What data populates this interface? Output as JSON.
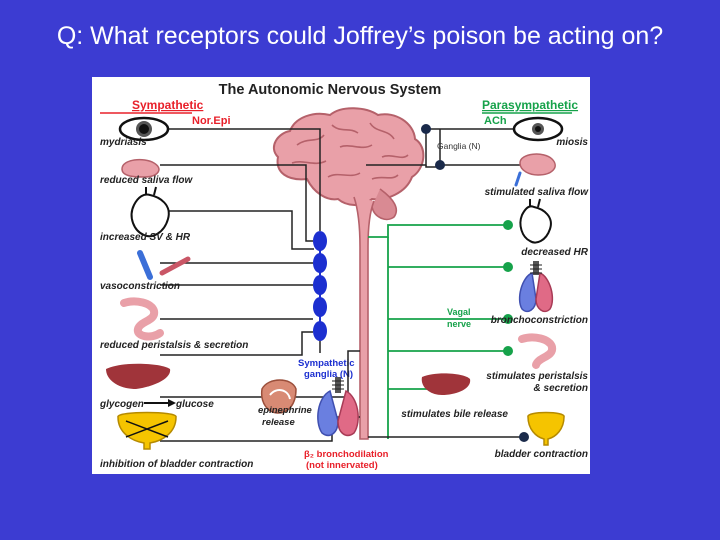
{
  "question": "Q: What receptors could Joffrey’s poison be acting on?",
  "diagram": {
    "title": "The Autonomic Nervous System",
    "sympathetic": {
      "heading": "Sympathetic",
      "transmitter": "Nor.Epi"
    },
    "parasympathetic": {
      "heading": "Parasympathetic",
      "transmitter": "ACh"
    },
    "sympathetic_effects": [
      "mydriasis",
      "reduced saliva flow",
      "increased SV & HR",
      "vasoconstriction",
      "reduced peristalsis & secretion",
      "glycogen",
      "glucose",
      "inhibition of bladder contraction"
    ],
    "parasympathetic_effects": [
      "miosis",
      "stimulated saliva flow",
      "decreased HR",
      "bronchoconstriction",
      "stimulates peristalsis",
      "& secretion",
      "stimulates bile release",
      "bladder contraction"
    ],
    "labels": {
      "ganglia_n": "Ganglia (N)",
      "vagal_1": "Vagal",
      "vagal_2": "nerve",
      "symp_ganglia_1": "Sympathetic",
      "symp_ganglia_2": "ganglia (N)",
      "epinephrine_1": "epinephrine",
      "epinephrine_2": "release",
      "beta2_1": "β₂ bronchodilation",
      "beta2_2": "(not innervated)"
    },
    "colors": {
      "background": "#3c3cd2",
      "sympathetic": "#e8202a",
      "parasympathetic": "#16a24a",
      "ganglion": "#1c2fd0",
      "organ_pink": "#e9a0a8",
      "liver": "#a0343a",
      "bladder": "#f5c400"
    }
  }
}
